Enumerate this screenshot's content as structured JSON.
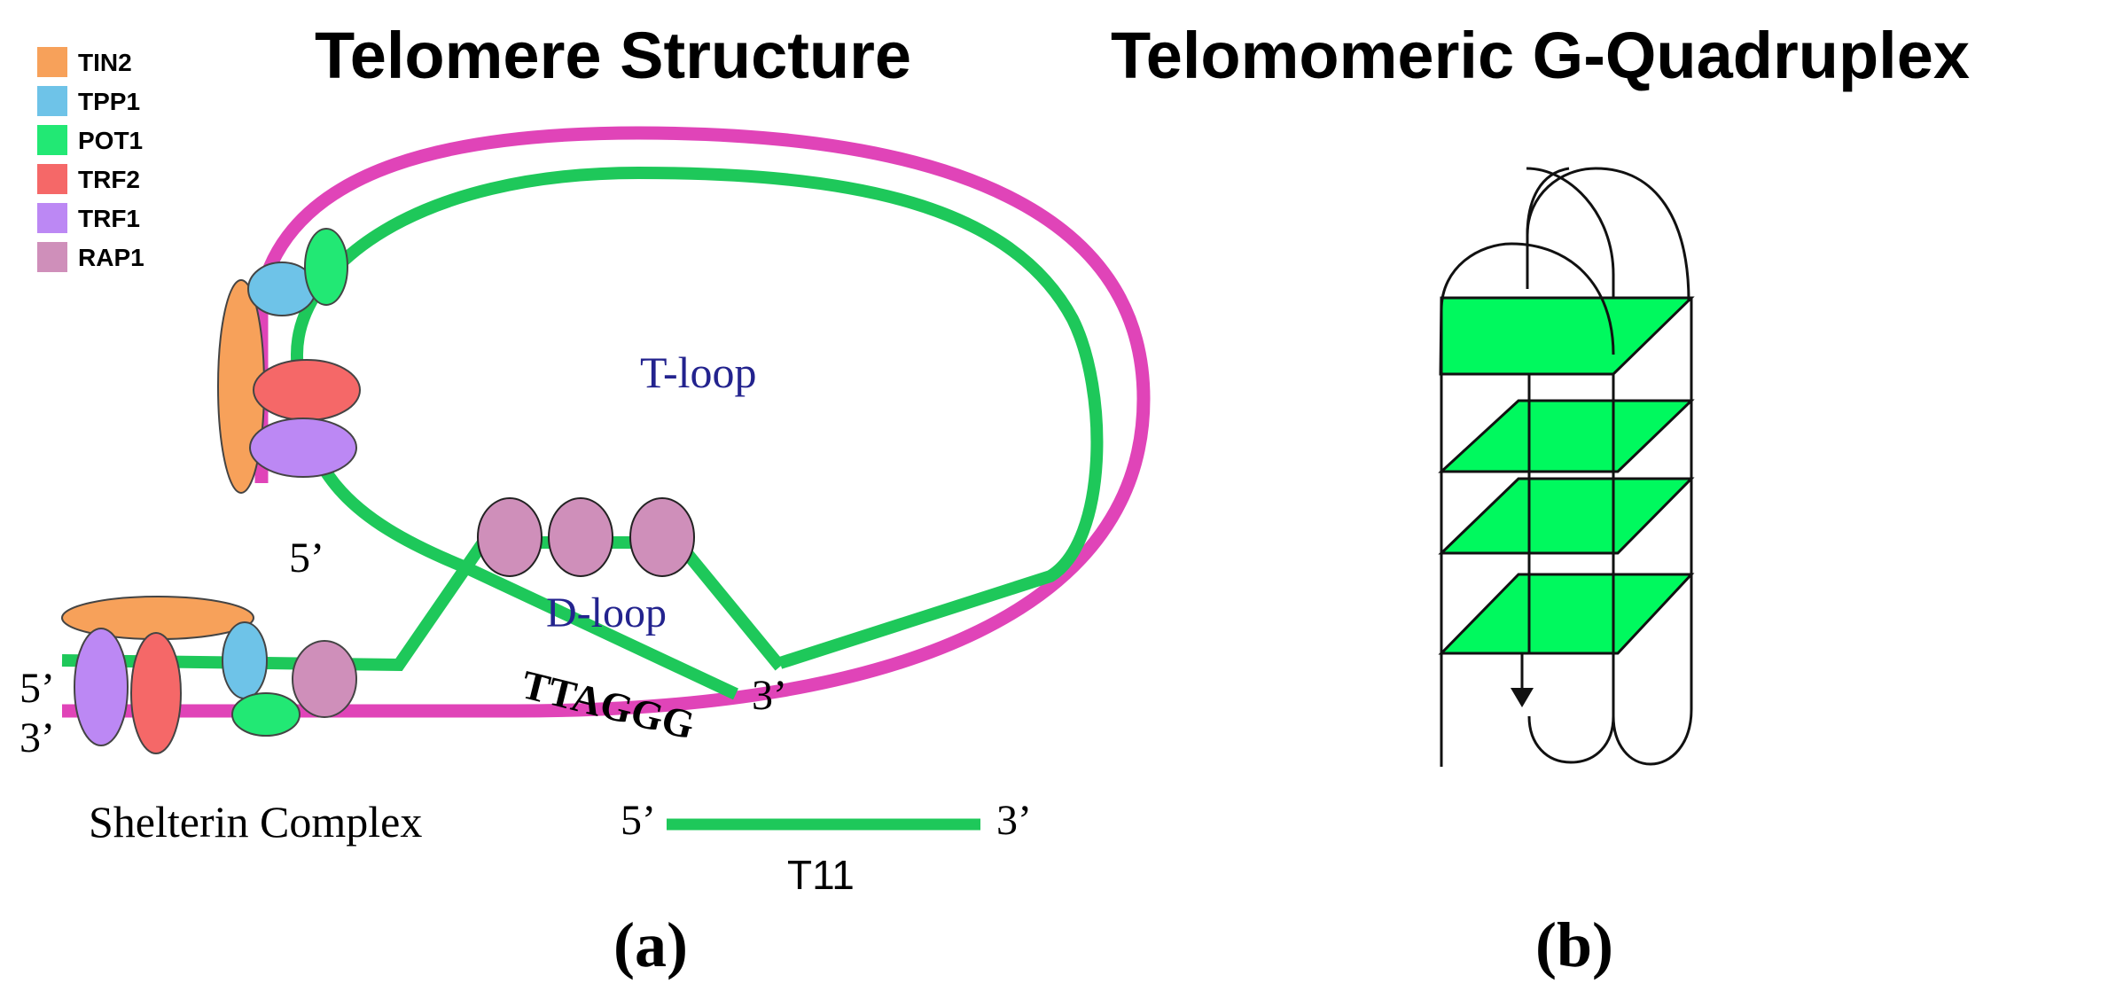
{
  "panel_a": {
    "title": "Telomere Structure",
    "legend": [
      {
        "label": "TIN2",
        "color": "#f7a15a"
      },
      {
        "label": "TPP1",
        "color": "#6ec3e8"
      },
      {
        "label": "POT1",
        "color": "#22e874"
      },
      {
        "label": "TRF2",
        "color": "#f56868"
      },
      {
        "label": "TRF1",
        "color": "#bc88f4"
      },
      {
        "label": "RAP1",
        "color": "#cf8fba"
      }
    ],
    "labels": {
      "t_loop": "T-loop",
      "d_loop": "D-loop",
      "five_prime_upper": "5’",
      "five_prime_left": "5’",
      "three_prime_left": "3’",
      "three_prime_end": "3’",
      "repeat": "TTAGGG",
      "complex": "Shelterin Complex",
      "t11_five": "5’",
      "t11_three": "3’",
      "t11_name": "T11"
    },
    "panel_letter": "(a)",
    "strand_colors": {
      "g_strand": "#1ec85a",
      "c_strand": "#e044b8"
    }
  },
  "panel_b": {
    "title": "Telomomeric G-Quadruplex",
    "panel_letter": "(b)",
    "tetrad_color": "#00f95e"
  }
}
